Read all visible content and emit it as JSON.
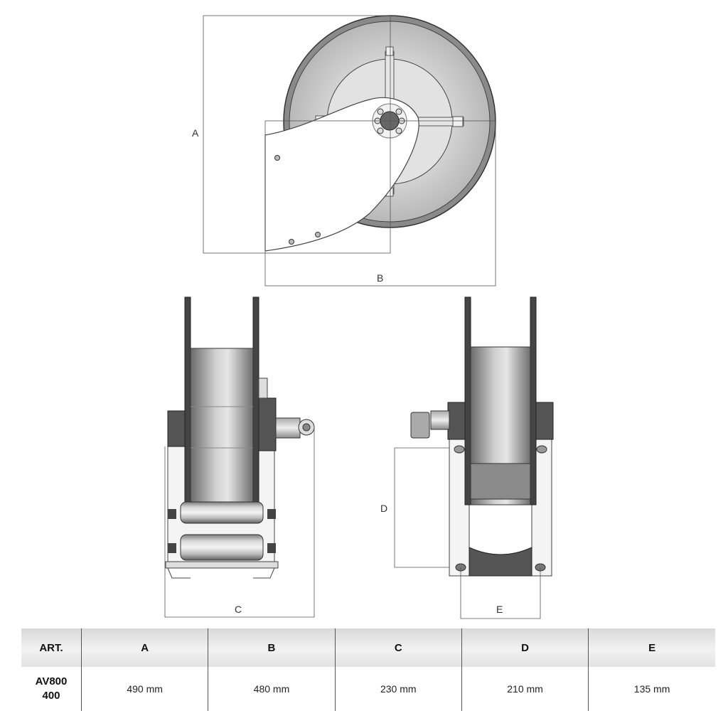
{
  "dimensions": {
    "a": "A",
    "b": "B",
    "c": "C",
    "d": "D",
    "e": "E"
  },
  "table": {
    "headers": [
      "ART.",
      "A",
      "B",
      "C",
      "D",
      "E"
    ],
    "rows": [
      {
        "art_line1": "AV800",
        "art_line2": "400",
        "values": [
          "490 mm",
          "480 mm",
          "230 mm",
          "210 mm",
          "135 mm"
        ]
      }
    ]
  }
}
